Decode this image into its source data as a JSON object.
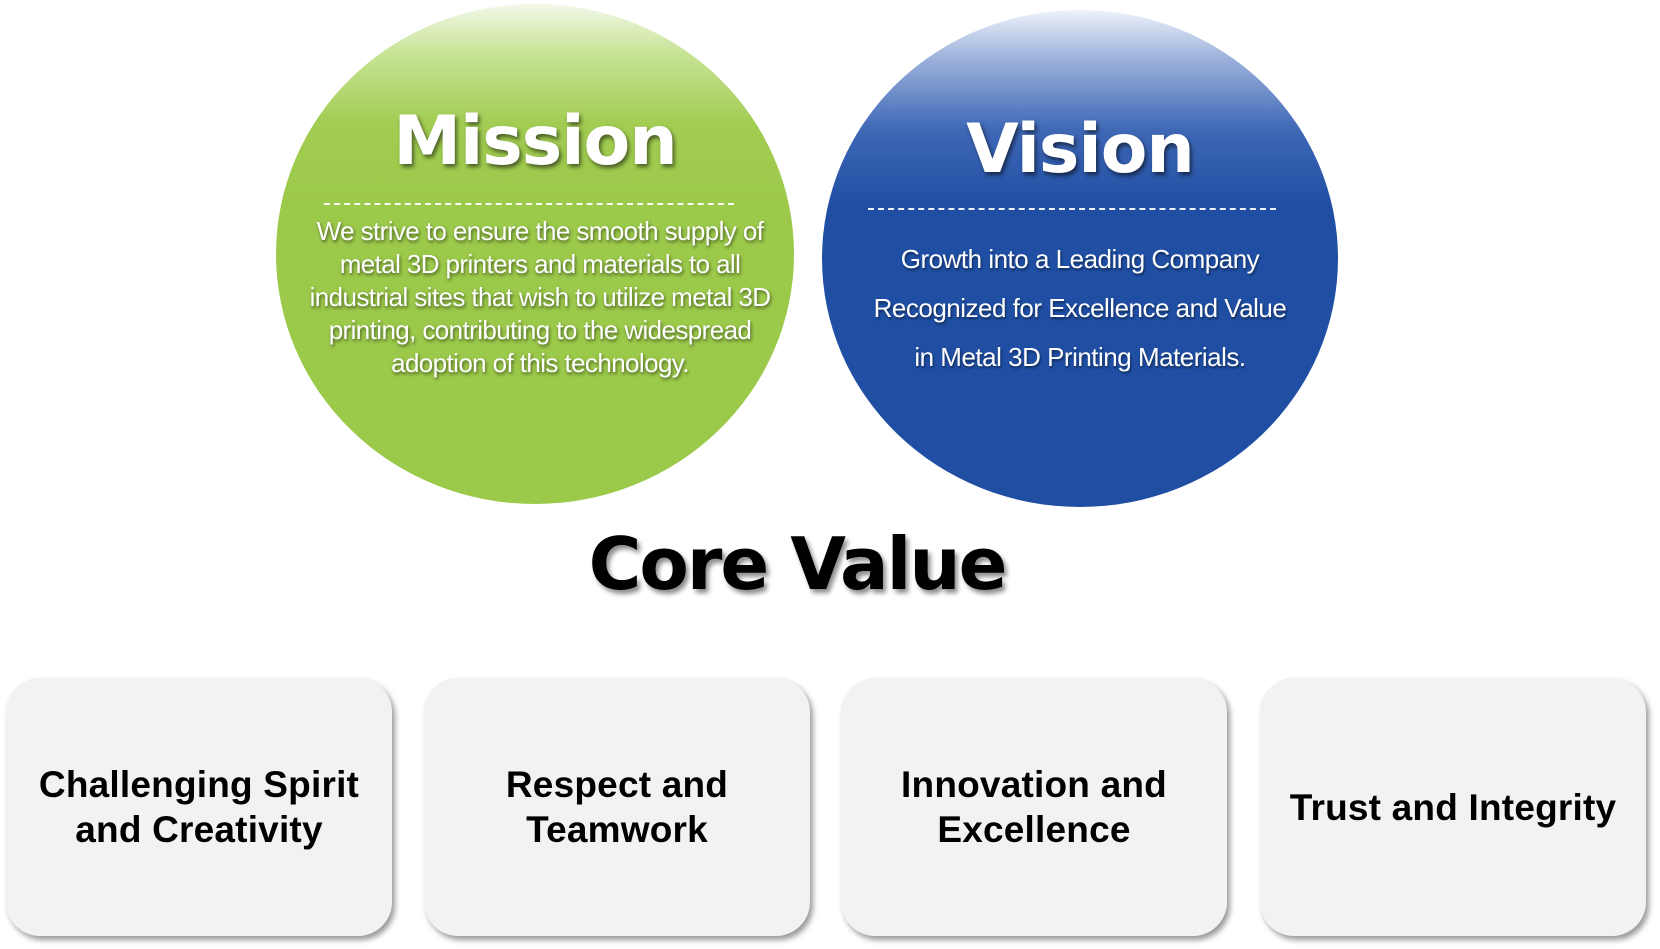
{
  "mission": {
    "title": "Mission",
    "text": "We strive to ensure the smooth supply of metal 3D printers and materials to all industrial sites that wish to utilize metal 3D printing, contributing to the widespread adoption of this technology.",
    "color": "#9bc94a"
  },
  "vision": {
    "title": "Vision",
    "lines": [
      "Growth into a Leading Company",
      "Recognized for Excellence and Value",
      "in Metal 3D Printing Materials."
    ],
    "color": "#1f4ea3"
  },
  "core_value": {
    "title": "Core Value",
    "items": [
      {
        "lines": [
          "Challenging Spirit",
          "and Creativity"
        ]
      },
      {
        "lines": [
          "Respect and",
          "Teamwork"
        ]
      },
      {
        "lines": [
          "Innovation and",
          "Excellence"
        ]
      },
      {
        "lines": [
          "Trust and Integrity"
        ]
      }
    ]
  }
}
